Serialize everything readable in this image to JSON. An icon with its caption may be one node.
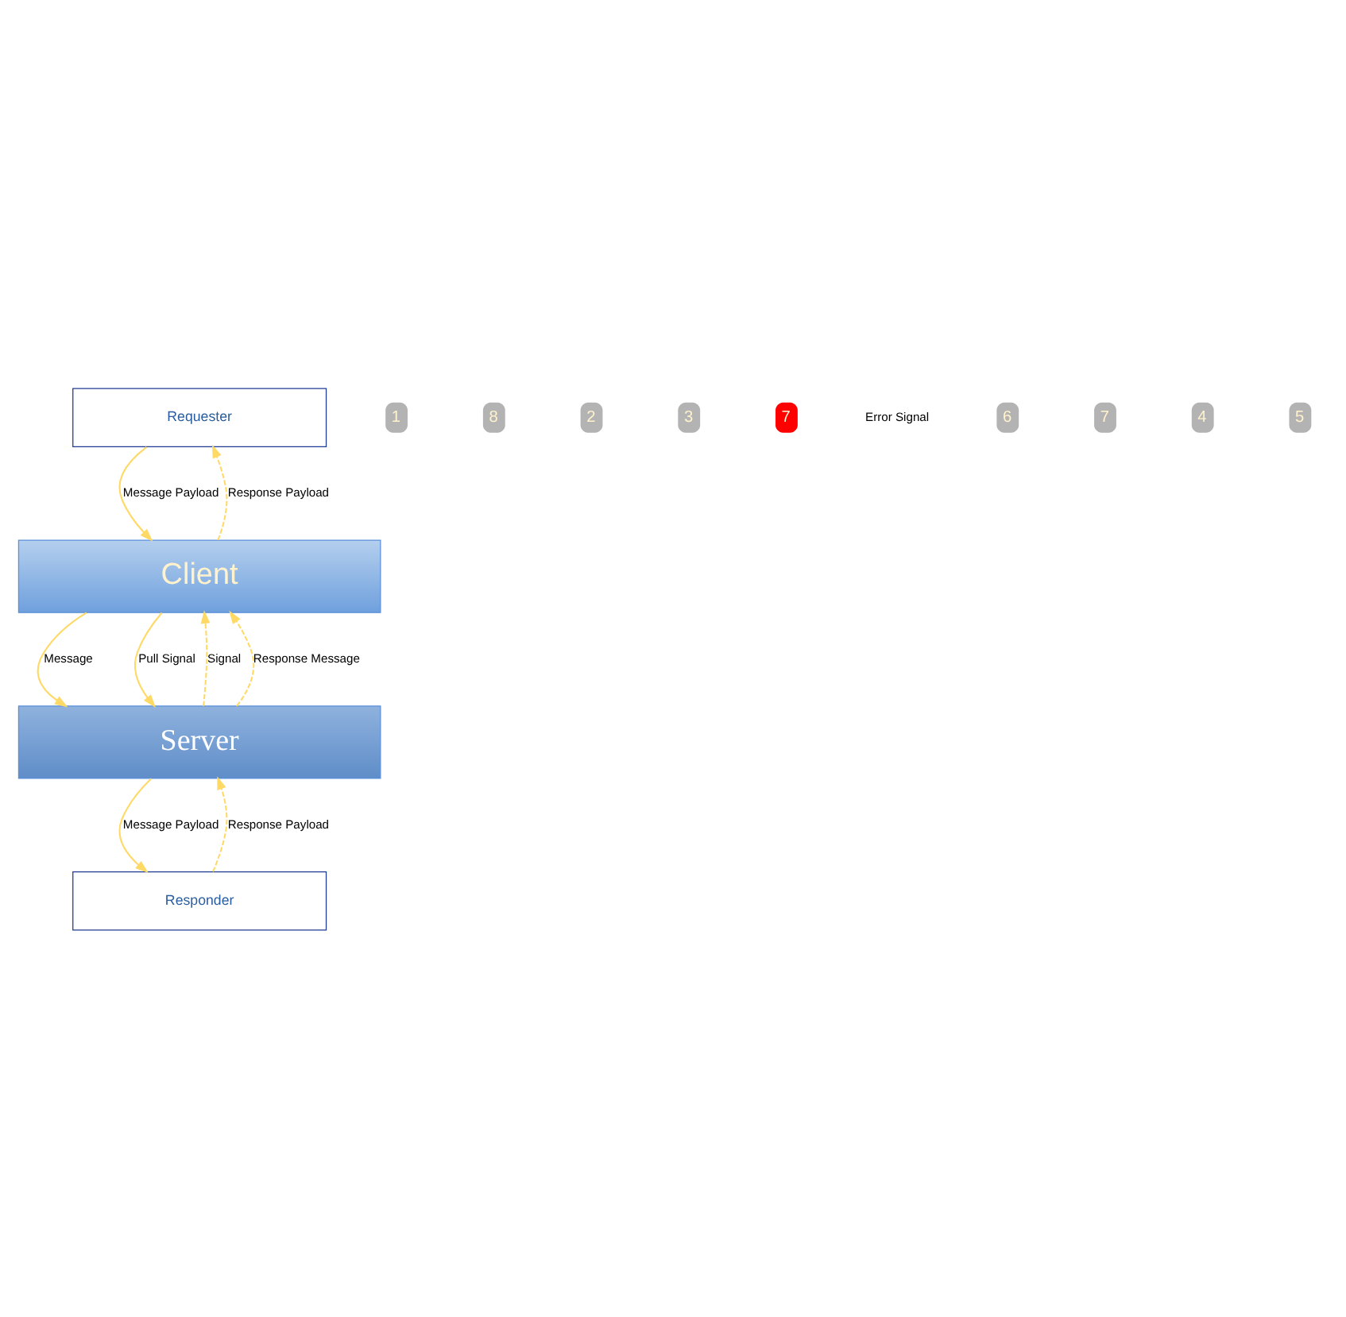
{
  "diagram": {
    "nodes": [
      {
        "text": [
          "Requester"
        ]
      },
      {
        "text": [
          "Client"
        ]
      },
      {
        "text": [
          "Server"
        ]
      },
      {
        "text": [
          "Responder"
        ]
      }
    ],
    "edges": [
      {
        "from": 0,
        "to": 1,
        "arrow": "to",
        "label": "Message Payload"
      },
      {
        "from": 1,
        "to": 0,
        "arrow": "to",
        "label": "Response Payload",
        "style": "dashed"
      },
      {
        "from": 1,
        "to": 2,
        "arrow": "to",
        "label": "Message"
      },
      {
        "from": 2,
        "to": 1,
        "arrow": "to",
        "label": "Signal",
        "style": "dashed"
      },
      {
        "from": 1,
        "to": 2,
        "arrow": "to",
        "label": "Pull Signal"
      },
      {
        "from": 2,
        "to": 1,
        "arrow": "to",
        "label": "Response Message",
        "style": "dashed"
      },
      {
        "from": 2,
        "to": 3,
        "arrow": "to",
        "label": "Message Payload"
      },
      {
        "from": 3,
        "to": 2,
        "arrow": "to",
        "label": "Response Payload",
        "style": "dashed"
      }
    ],
    "labels": [
      "1",
      "8",
      "2",
      "3",
      "7",
      "Error Signal",
      "6",
      "7",
      "4",
      "5"
    ]
  }
}
